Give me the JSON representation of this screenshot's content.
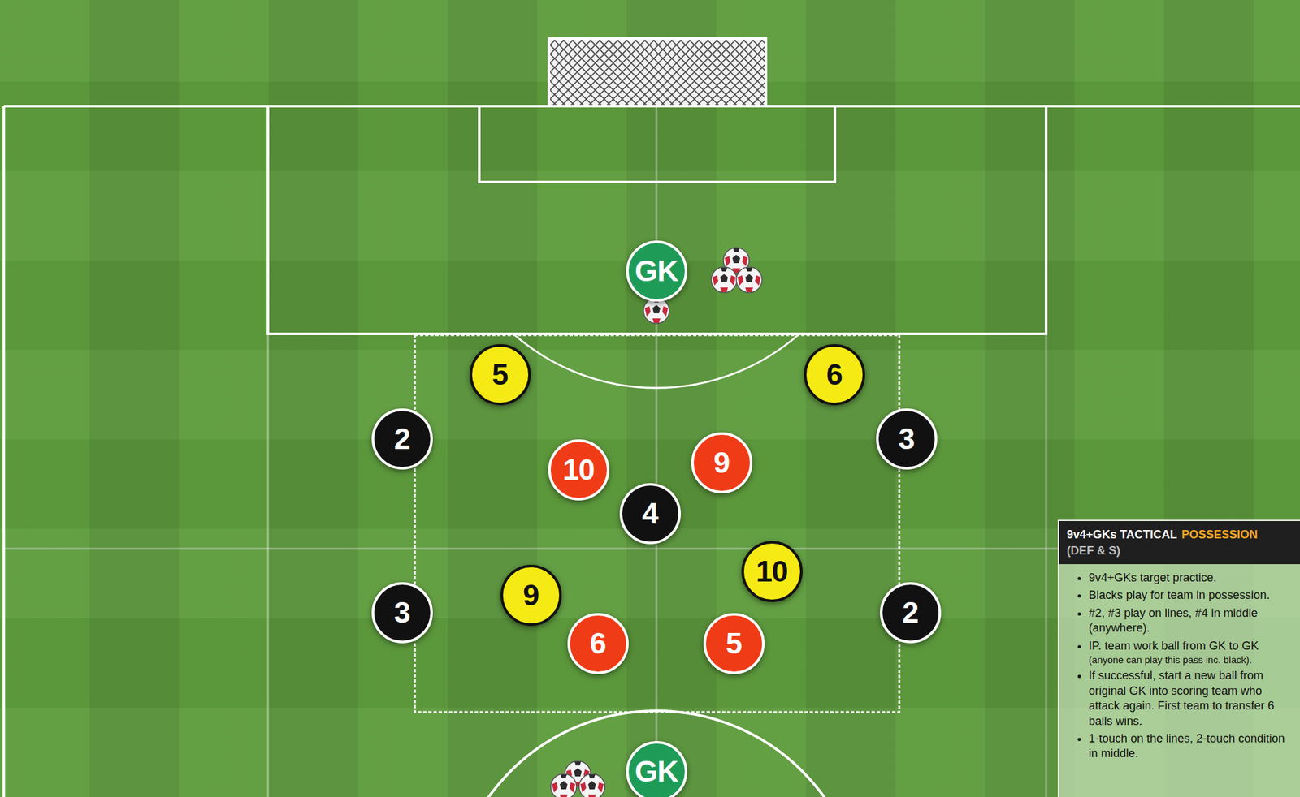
{
  "diagram": {
    "nodes": [
      {
        "text": [
          "GK"
        ]
      },
      {
        "text": [
          "5"
        ]
      },
      {
        "text": [
          "6"
        ]
      },
      {
        "text": [
          "2"
        ]
      },
      {
        "text": [
          "3"
        ]
      },
      {
        "text": [
          "10"
        ]
      },
      {
        "text": [
          "9"
        ]
      },
      {
        "text": [
          "4"
        ]
      },
      {
        "text": [
          "10"
        ]
      },
      {
        "text": [
          "9"
        ]
      },
      {
        "text": [
          "3"
        ]
      },
      {
        "text": [
          "2"
        ]
      },
      {
        "text": [
          "6"
        ]
      },
      {
        "text": [
          "5"
        ]
      },
      {
        "text": [
          "GK"
        ]
      },
      {
        "text": [
          "9v4+GKs TACTICAL",
          "POSSESSION",
          "(DEF & S)",
          "9v4+GKs target practice.",
          "Blacks play for team in possession.",
          "#2, #3 play on lines, #4 in middle (anywhere).",
          "IP. team work ball from GK to GK",
          "(anyone can play this pass inc. black).",
          "If successful, start a new ball from original GK into scoring team who attack again. First team to transfer 6 balls wins.",
          "1-touch on the lines, 2-touch condition in middle."
        ]
      }
    ]
  }
}
